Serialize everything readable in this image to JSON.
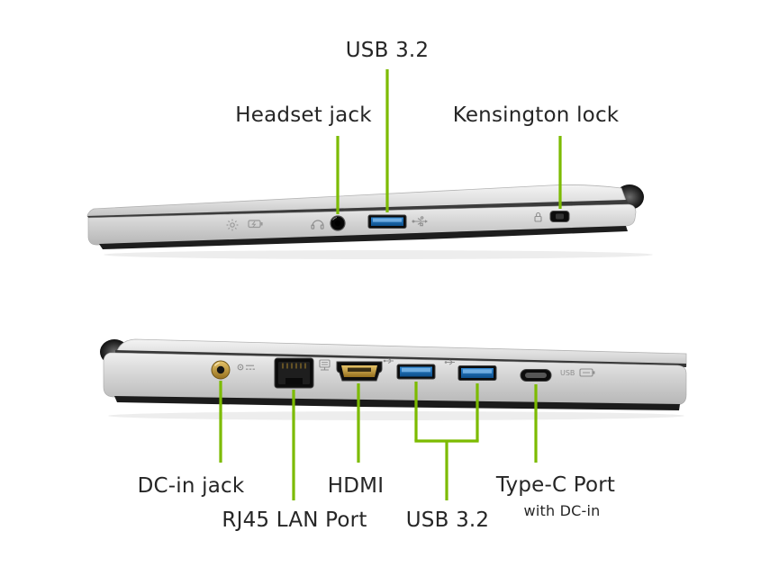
{
  "page": {
    "background": "#ffffff",
    "description": "Laptop side views with labeled port callouts"
  },
  "colors": {
    "accent_green": "#7CBB00",
    "label_text": "#262626",
    "usb_blue": "#1668b3",
    "dc_gold": "#c9a23c",
    "laptop_silver": "#d8d8d8"
  },
  "top_view": {
    "callouts": [
      {
        "id": "usb32",
        "label": "USB 3.2"
      },
      {
        "id": "headset",
        "label": "Headset jack"
      },
      {
        "id": "kensington",
        "label": "Kensington lock"
      }
    ]
  },
  "bottom_view": {
    "printed_usb_text": "USB",
    "callouts": [
      {
        "id": "dcin",
        "label": "DC-in jack"
      },
      {
        "id": "hdmi",
        "label": "HDMI"
      },
      {
        "id": "typec",
        "label": "Type-C Port",
        "sublabel": "with DC-in"
      },
      {
        "id": "rj45",
        "label": "RJ45 LAN Port"
      },
      {
        "id": "usb32",
        "label": "USB 3.2"
      }
    ]
  }
}
